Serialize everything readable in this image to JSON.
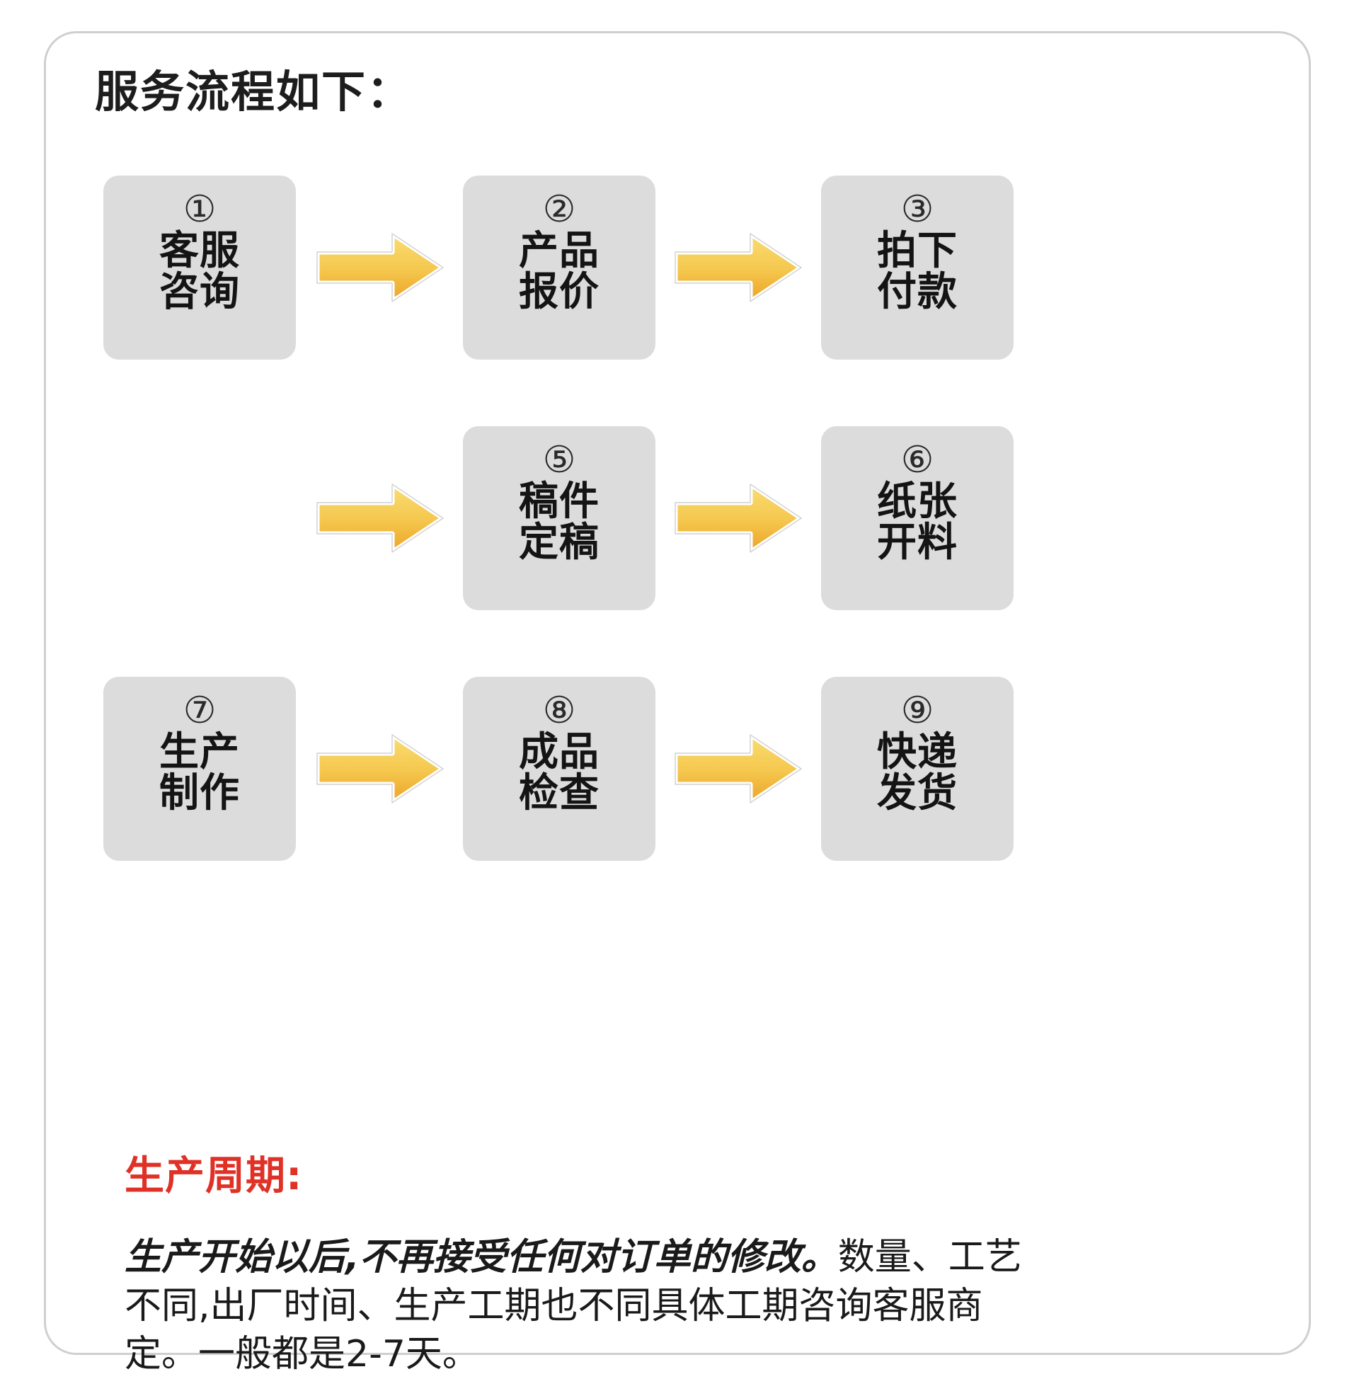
{
  "page": {
    "title": "服务流程如下：",
    "background_color": "#ffffff",
    "frame_border_color": "#cfcfcf"
  },
  "flow": {
    "box_color": "#dcdcdc",
    "arrow_color_light": "#f8d96a",
    "arrow_color_dark": "#efa928",
    "steps": [
      {
        "num": "①",
        "line1": "客服",
        "line2": "咨询"
      },
      {
        "num": "②",
        "line1": "产品",
        "line2": "报价"
      },
      {
        "num": "③",
        "line1": "拍下",
        "line2": "付款"
      },
      {
        "num": "⑤",
        "line1": "稿件",
        "line2": "定稿"
      },
      {
        "num": "⑥",
        "line1": "纸张",
        "line2": "开料"
      },
      {
        "num": "⑦",
        "line1": "生产",
        "line2": "制作"
      },
      {
        "num": "⑧",
        "line1": "成品",
        "line2": "检查"
      },
      {
        "num": "⑨",
        "line1": "快递",
        "line2": "发货"
      }
    ],
    "rows": [
      {
        "cells": [
          "step0",
          "step1",
          "step2"
        ],
        "arrows": [
          "arrow-right",
          "arrow-right"
        ]
      },
      {
        "cells": [
          "empty",
          "step3",
          "step4"
        ],
        "arrows": [
          "arrow-right",
          "arrow-right"
        ]
      },
      {
        "cells": [
          "step5",
          "step6",
          "step7"
        ],
        "arrows": [
          "arrow-right",
          "arrow-right"
        ]
      }
    ]
  },
  "cycle": {
    "heading": "生产周期:",
    "heading_color": "#e03127",
    "body_emphasis": "生产开始以后,不再接受任何对订单的修改。",
    "body_rest": "数量、工艺不同,出厂时间、生产工期也不同具体工期咨询客服商定。一般都是2-7天。"
  }
}
